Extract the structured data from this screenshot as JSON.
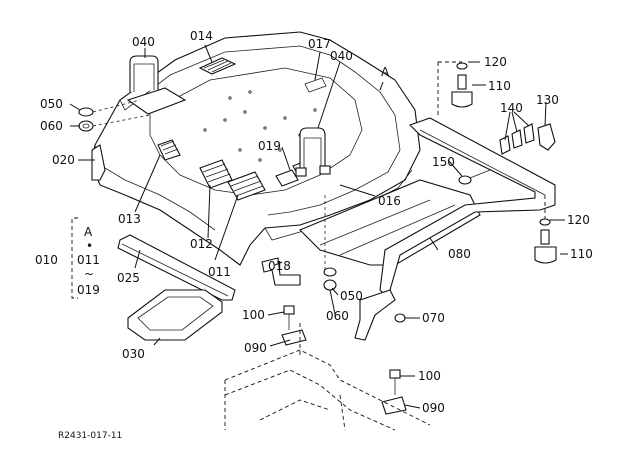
{
  "labels": {
    "p040a": "040",
    "p014": "014",
    "p017": "017",
    "p040b": "040",
    "pA": "A",
    "p050a": "050",
    "p060a": "060",
    "p020": "020",
    "p013": "013",
    "p012": "012",
    "p011": "011",
    "p019": "019",
    "p016": "016",
    "p010": "010",
    "g_A": "A",
    "g_dot": "•",
    "g_011": "011",
    "g_tilde": "~",
    "g_019": "019",
    "p025": "025",
    "p018": "018",
    "p050b": "050",
    "p060b": "060",
    "p030": "030",
    "p100a": "100",
    "p090a": "090",
    "p120a": "120",
    "p110a": "110",
    "p140": "140",
    "p130": "130",
    "p150": "150",
    "p080": "080",
    "p120b": "120",
    "p110b": "110",
    "p070": "070",
    "p100b": "100",
    "p090b": "090"
  },
  "footer": {
    "code": "R2431-017-11"
  }
}
